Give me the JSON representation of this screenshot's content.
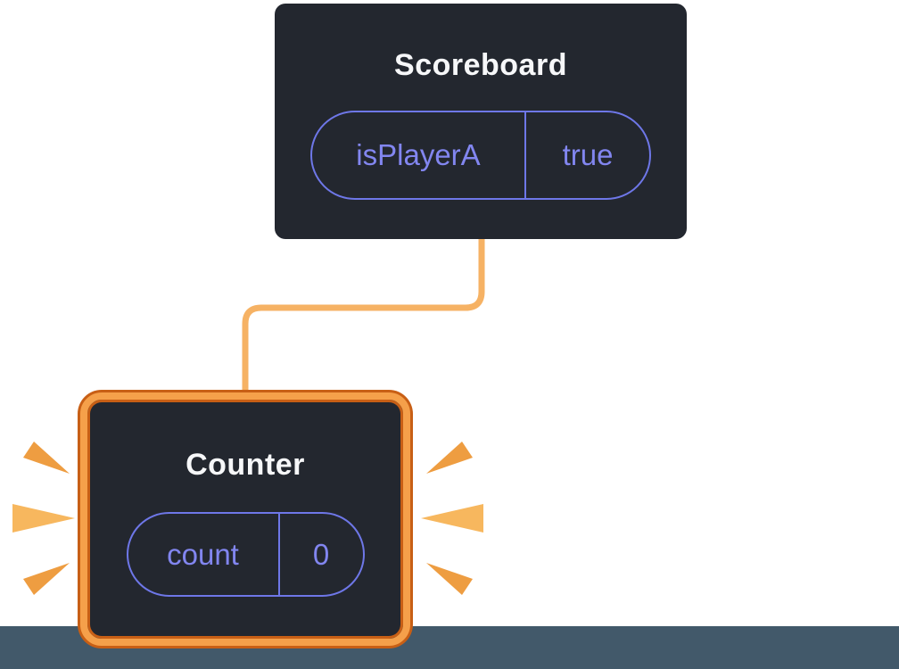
{
  "diagram": {
    "scoreboard": {
      "title": "Scoreboard",
      "state": {
        "name": "isPlayerA",
        "value": "true"
      }
    },
    "counter": {
      "title": "Counter",
      "state": {
        "name": "count",
        "value": "0"
      }
    }
  },
  "colors": {
    "card_background": "#23272f",
    "title_text": "#f6f7f9",
    "state_purple_text": "#8286f0",
    "state_purple_border": "#6e77e8",
    "highlight_orange": "#f5a04a",
    "highlight_orange_dark": "#c85f15",
    "connector_orange": "#f6b264",
    "ray_orange": "#ee9d41",
    "ray_orange_light": "#f7b75e",
    "bottom_band": "#42596a"
  }
}
